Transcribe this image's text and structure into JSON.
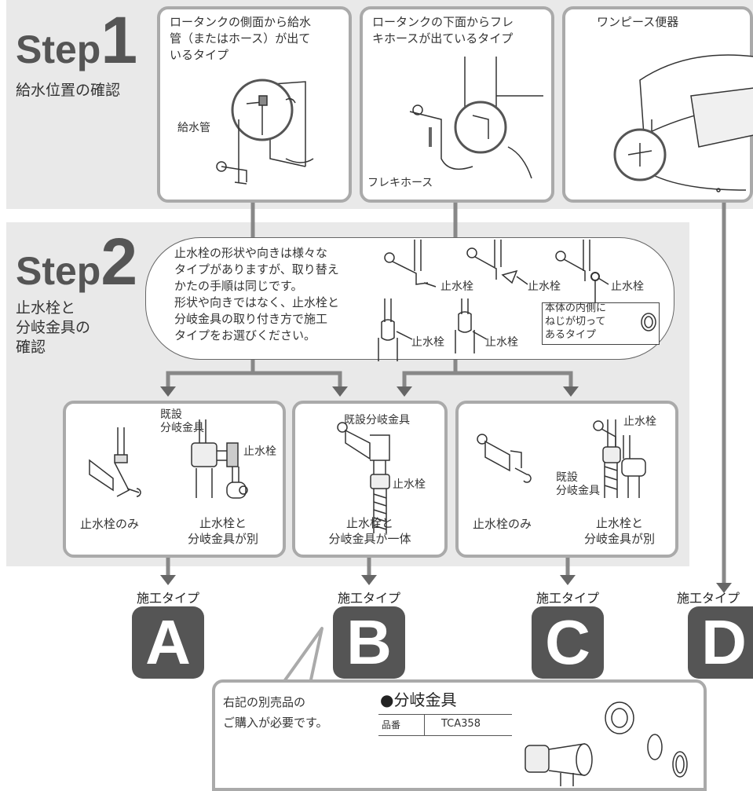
{
  "step1": {
    "step_word": "Step",
    "step_number": "1",
    "title": "給水位置の確認",
    "cards": [
      {
        "caption": "ロータンクの側面から給水\n管（またはホース）が出て\nいるタイプ",
        "label": "給水管"
      },
      {
        "caption": "ロータンクの下面からフレ\nキホースが出ているタイプ",
        "label": "フレキホース"
      },
      {
        "caption": "ワンピース便器"
      }
    ]
  },
  "step2": {
    "step_word": "Step",
    "step_number": "2",
    "title": "止水栓と\n分岐金具の\n確認",
    "note": "止水栓の形状や向きは様々な\nタイプがありますが、取り替え\nかたの手順は同じです。\n形状や向きではなく、止水栓と\n分岐金具の取り付き方で施工\nタイプをお選びください。",
    "valve_label": "止水栓",
    "inner_thread_note": "本体の内側に\nねじが切って\nあるタイプ"
  },
  "options": {
    "a": {
      "left_caption": "止水栓のみ",
      "right_caption": "止水栓と\n分岐金具が別",
      "label_existing": "既設\n分岐金具",
      "label_valve": "止水栓"
    },
    "b": {
      "caption": "止水栓と\n分岐金具が一体",
      "label_existing": "既設分岐金具",
      "label_valve": "止水栓"
    },
    "c": {
      "left_caption": "止水栓のみ",
      "right_caption": "止水栓と\n分岐金具が別",
      "label_existing": "既設\n分岐金具",
      "label_valve": "止水栓"
    }
  },
  "types": [
    {
      "label": "施工タイプ",
      "letter": "A"
    },
    {
      "label": "施工タイプ",
      "letter": "B"
    },
    {
      "label": "施工タイプ",
      "letter": "C"
    },
    {
      "label": "施工タイプ",
      "letter": "D"
    }
  ],
  "callout": {
    "text": "右記の別売品の\nご購入が必要です。",
    "product_title": "●分岐金具",
    "part_no_label": "品番",
    "part_no": "TCA358"
  },
  "colors": {
    "band": "#e9e9e9",
    "border": "#aaaaaa",
    "dark": "#555555",
    "connector": "#888888"
  }
}
